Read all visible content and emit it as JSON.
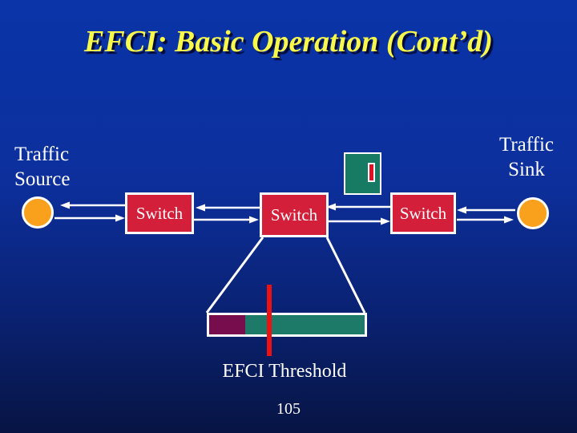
{
  "slide": {
    "title": "EFCI: Basic Operation (Cont’d)",
    "page_number": "105"
  },
  "nodes": {
    "traffic_source_label": "Traffic\nSource",
    "traffic_sink_label": "Traffic\nSink"
  },
  "switches": [
    {
      "label": "Switch"
    },
    {
      "label": "Switch"
    },
    {
      "label": "Switch"
    }
  ],
  "buffer": {
    "threshold_label": "EFCI Threshold"
  },
  "icons": {
    "traffic_source_node_icon": "orange-circle",
    "traffic_sink_node_icon": "orange-circle",
    "atm_cell_icon": "teal-rectangle",
    "efci_bit_icon": "red-vertical-bar",
    "arrow_icons": "white-horizontal-arrows",
    "efci_threshold_line_icon": "red-vertical-line"
  },
  "colors": {
    "background_top": "#0a34a8",
    "background_bottom": "#071443",
    "title_yellow": "#f8f84a",
    "switch_red": "#d41f3a",
    "node_orange": "#f9a01d",
    "buffer_filled_maroon": "#770d4d",
    "buffer_free_teal": "#1e7a68",
    "cell_teal": "#177a63",
    "threshold_red": "#ee1111",
    "text_white": "#ffffff"
  }
}
